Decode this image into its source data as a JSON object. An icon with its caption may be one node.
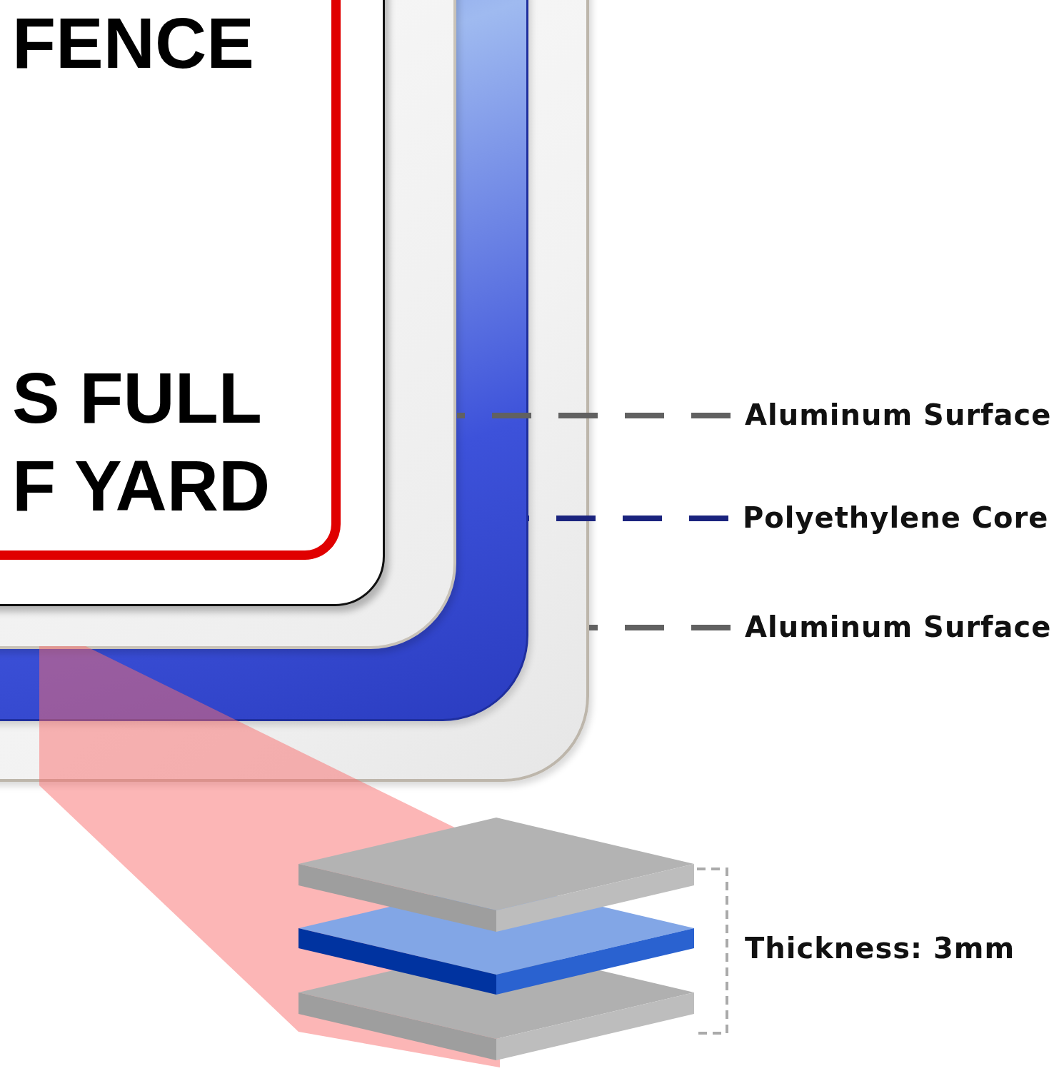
{
  "diagram": {
    "nodes": [
      {
        "text": [
          "Aluminum Surface"
        ]
      },
      {
        "text": [
          "Polyethylene Core"
        ]
      },
      {
        "text": [
          "Aluminum Surface"
        ]
      },
      {
        "text": [],
        "shape": "box",
        "in": 4
      },
      {
        "text": [],
        "shape": "box",
        "in": 5
      },
      {
        "text": [],
        "shape": "box"
      }
    ],
    "edges": [
      {
        "from": 0,
        "to": 3,
        "arrow": "none",
        "style": "dashed"
      },
      {
        "from": 1,
        "to": 4,
        "arrow": "none",
        "style": "dashed",
        "color": "#1a237e"
      },
      {
        "from": 2,
        "to": 5,
        "arrow": "none",
        "style": "dashed"
      }
    ],
    "labels": [
      "FENCE",
      "S FULL",
      "F YARD",
      "Thickness: 3mm"
    ]
  }
}
